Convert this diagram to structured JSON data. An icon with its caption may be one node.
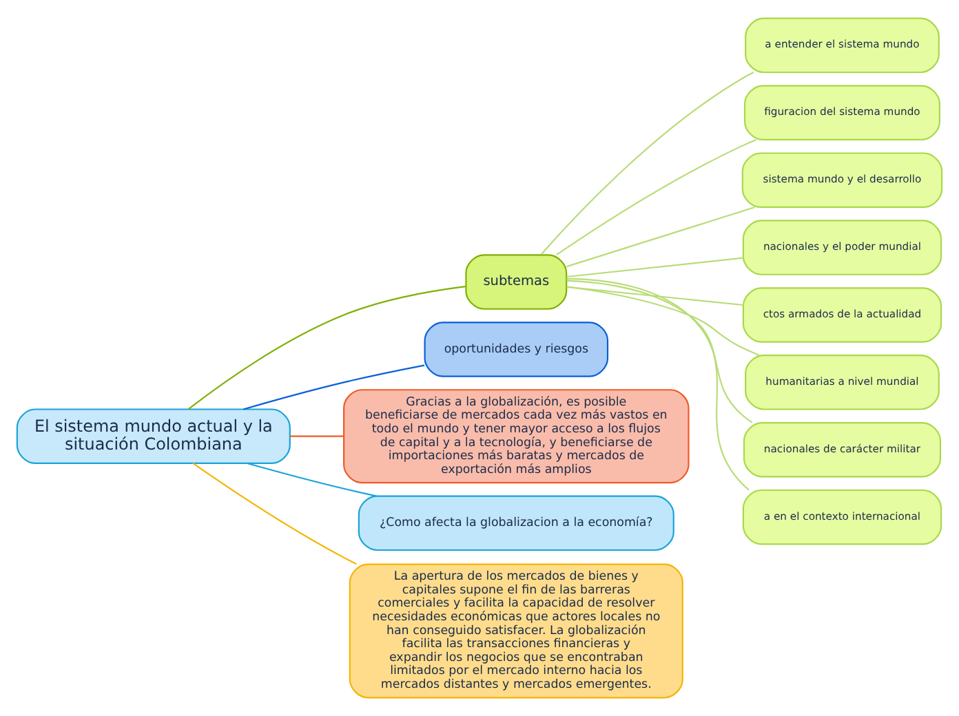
{
  "diagram": {
    "nodes": [
      {
        "text": [
          "El sistema mundo actual y la situación Colombiana"
        ]
      },
      {
        "text": [
          "subtemas"
        ]
      },
      {
        "text": [
          "a entender el sistema mundo"
        ]
      },
      {
        "text": [
          "figuracion del sistema mundo"
        ]
      },
      {
        "text": [
          "sistema mundo y el desarrollo"
        ]
      },
      {
        "text": [
          "nacionales y el poder mundial"
        ]
      },
      {
        "text": [
          "ctos armados de la actualidad"
        ]
      },
      {
        "text": [
          "humanitarias a nivel mundial"
        ]
      },
      {
        "text": [
          "nacionales de carácter militar"
        ]
      },
      {
        "text": [
          "a en el contexto internacional"
        ]
      },
      {
        "text": [
          "oportunidades y riesgos"
        ]
      },
      {
        "text": [
          "Gracias a la globalización, es posible beneficiarse de mercados cada vez más vastos en todo el mundo y tener mayor acceso a los flujos de capital y a la tecnología, y beneficiarse de importaciones más baratas y mercados de exportación más amplios"
        ]
      },
      {
        "text": [
          "¿Como afecta la globalizacion a la economía?"
        ]
      },
      {
        "text": [
          "La apertura de los mercados de bienes y capitales supone el fin de las barreras comerciales y facilita la capacidad de resolver necesidades económicas que actores locales no han conseguido satisfacer. La globalización facilita las transacciones financieras y expandir los negocios que se encontraban limitados por el mercado interno hacia los mercados distantes y mercados emergentes."
        ]
      }
    ],
    "edges": [
      {
        "from": 0,
        "to": 1,
        "arrow": "none",
        "color": "#7fb000"
      },
      {
        "from": 1,
        "to": 2,
        "arrow": "none"
      },
      {
        "from": 1,
        "to": 3,
        "arrow": "none"
      },
      {
        "from": 1,
        "to": 4,
        "arrow": "none"
      },
      {
        "from": 1,
        "to": 5,
        "arrow": "none"
      },
      {
        "from": 1,
        "to": 6,
        "arrow": "none"
      },
      {
        "from": 1,
        "to": 7,
        "arrow": "none"
      },
      {
        "from": 1,
        "to": 8,
        "arrow": "none"
      },
      {
        "from": 1,
        "to": 9,
        "arrow": "none"
      },
      {
        "from": 0,
        "to": 10,
        "arrow": "none",
        "color": "#0b5fd8"
      },
      {
        "from": 0,
        "to": 11,
        "arrow": "none",
        "color": "#f05a28"
      },
      {
        "from": 0,
        "to": 12,
        "arrow": "none",
        "color": "#1aa3d9"
      },
      {
        "from": 0,
        "to": 13,
        "arrow": "none",
        "color": "#f5b400"
      }
    ]
  }
}
